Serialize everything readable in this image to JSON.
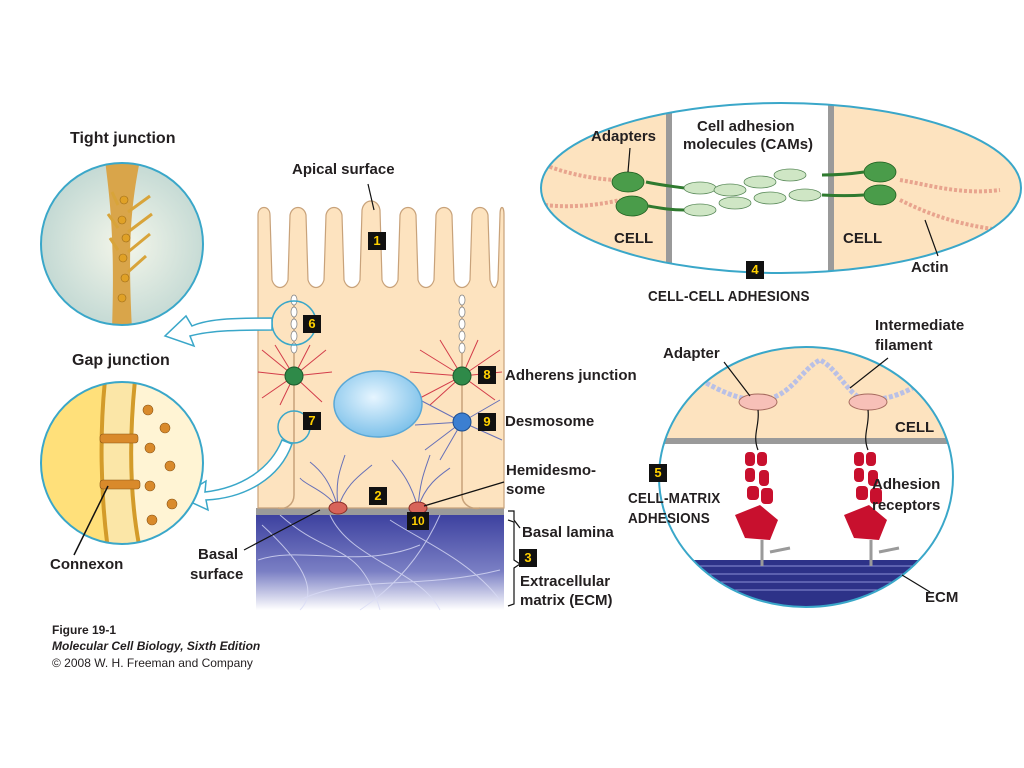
{
  "labels": {
    "tight_junction": "Tight junction",
    "gap_junction": "Gap junction",
    "connexon": "Connexon",
    "apical_surface": "Apical surface",
    "basal_surface_line1": "Basal",
    "basal_surface_line2": "surface",
    "adherens_junction": "Adherens junction",
    "desmosome": "Desmosome",
    "hemidesmosome_line1": "Hemidesmo-",
    "hemidesmosome_line2": "some",
    "basal_lamina": "Basal lamina",
    "ecm_line1": "Extracellular",
    "ecm_line2": "matrix (ECM)",
    "adapters": "Adapters",
    "cams_line1": "Cell adhesion",
    "cams_line2": "molecules (CAMs)",
    "cell_left": "CELL",
    "cell_right": "CELL",
    "actin": "Actin",
    "cell_cell_adhesions": "CELL-CELL ADHESIONS",
    "adapter": "Adapter",
    "intermediate_line1": "Intermediate",
    "intermediate_line2": "filament",
    "cell_matrix_cell": "CELL",
    "adhesion_receptors_line1": "Adhesion",
    "adhesion_receptors_line2": "receptors",
    "ecm_short": "ECM",
    "cell_matrix_line1": "CELL-MATRIX",
    "cell_matrix_line2": "ADHESIONS"
  },
  "numbers": {
    "n1": "1",
    "n2": "2",
    "n3": "3",
    "n4": "4",
    "n5": "5",
    "n6": "6",
    "n7": "7",
    "n8": "8",
    "n9": "9",
    "n10": "10"
  },
  "caption": {
    "figure": "Figure 19-1",
    "book": "Molecular Cell Biology, Sixth Edition",
    "copyright": "© 2008 W. H. Freeman and Company"
  },
  "colors": {
    "cytoplasm": "#fde3bf",
    "ecm": "#4a4fa6",
    "outline": "#3aa7c9",
    "adapter_green": "#3f8f3f",
    "receptor_red": "#c8102e",
    "nucleus": "#a9d7f2"
  }
}
